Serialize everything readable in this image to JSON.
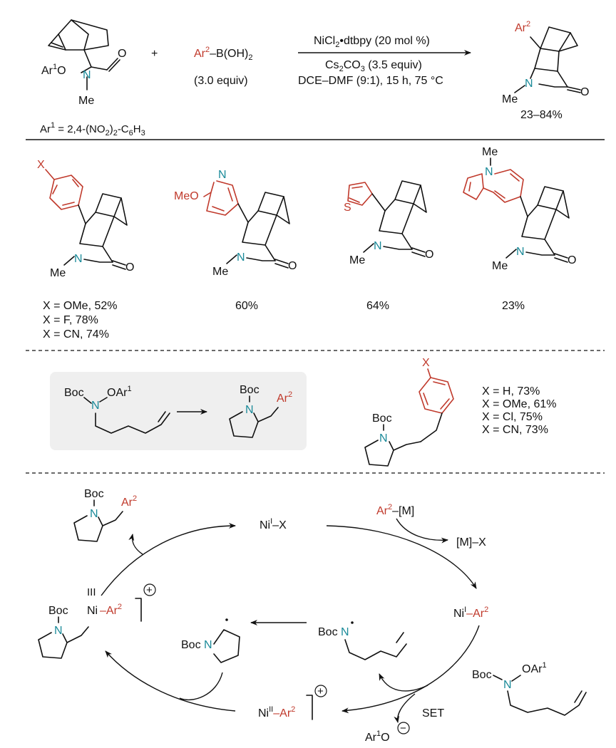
{
  "colors": {
    "accent_red": "#c0392b",
    "nitrogen_teal": "#1a8a99",
    "panel_bg": "#efefef"
  },
  "scheme": {
    "reagent_ar2": "Ar",
    "reagent_ar2_sup": "2",
    "reagent_boron": "–B(OH)",
    "reagent_boron_sub": "2",
    "reagent_equiv": "(3.0 equiv)",
    "plus": "+",
    "cond1": "NiCl",
    "cond1_sub": "2",
    "cond1_rest": "•dtbpy (20 mol %)",
    "cond2_a": "Cs",
    "cond2_sub1": "2",
    "cond2_b": "CO",
    "cond2_sub2": "3",
    "cond2_c": " (3.5 equiv)",
    "cond3": "DCE–DMF (9:1), 15 h, 75 °C",
    "yield_range": "23–84%",
    "ar1_def_a": "Ar",
    "ar1_def_sup": "1",
    "ar1_def_b": " = 2,4-(NO",
    "ar1_def_sub": "2",
    "ar1_def_c": ")",
    "ar1_def_sub2": "2",
    "ar1_def_d": "-C",
    "ar1_def_sub3": "6",
    "ar1_def_e": "H",
    "ar1_def_sub4": "3",
    "sm_ar1": "Ar",
    "sm_ar1_sup": "1",
    "sm_o": "O",
    "n": "N",
    "me": "Me",
    "o": "O",
    "prod_ar": "Ar",
    "prod_ar_sup": "2"
  },
  "examples": {
    "x_label": "X",
    "meo": "MeO",
    "n": "N",
    "s": "S",
    "me": "Me",
    "o": "O",
    "yields_1": [
      "X = OMe, 52%",
      "X = F, 78%",
      "X = CN, 74%"
    ],
    "yield_2": "60%",
    "yield_3": "64%",
    "yield_4": "23%"
  },
  "cyclization": {
    "boc": "Boc",
    "n": "N",
    "oar": "OAr",
    "oar_sup": "1",
    "ar": "Ar",
    "ar_sup": "2",
    "x_label": "X",
    "yields": [
      "X = H, 73%",
      "X = OMe, 61%",
      "X = Cl, 75%",
      "X = CN, 73%"
    ]
  },
  "mechanism": {
    "ni": "Ni",
    "sup_I": "I",
    "sup_II": "II",
    "sup_III": "III",
    "dash_x": "–X",
    "ar": "Ar",
    "ar_sup": "2",
    "m_reagent": "–[M]",
    "mx": "[M]–X",
    "boc": "Boc",
    "n": "N",
    "oar": "OAr",
    "oar_sup": "1",
    "set": "SET",
    "ar1o": "Ar",
    "ar1o_sup": "1",
    "ar1o_o": "O",
    "plus": "+",
    "minus": "−"
  }
}
